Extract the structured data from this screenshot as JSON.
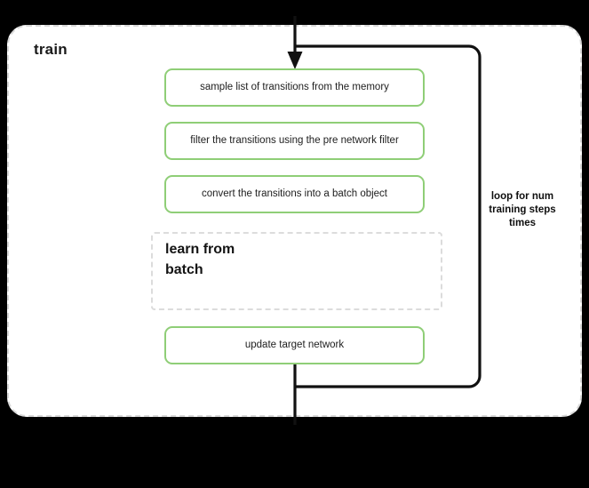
{
  "diagram": {
    "background_color": "#000000",
    "container": {
      "title": "train",
      "border_color": "#d8d8d8",
      "fill_color": "#ffffff"
    },
    "accent_color": "#8fce77",
    "line_color": "#111111",
    "steps": [
      {
        "label": "sample list of transitions from the memory"
      },
      {
        "label": "filter the transitions using the pre network filter"
      },
      {
        "label": "convert the transitions into a batch object"
      },
      {
        "label": "update target network"
      }
    ],
    "sub_block": {
      "title": "learn from\nbatch",
      "border_color": "#dcdcdc"
    },
    "loop": {
      "caption": "loop for num\ntraining steps\ntimes"
    }
  }
}
